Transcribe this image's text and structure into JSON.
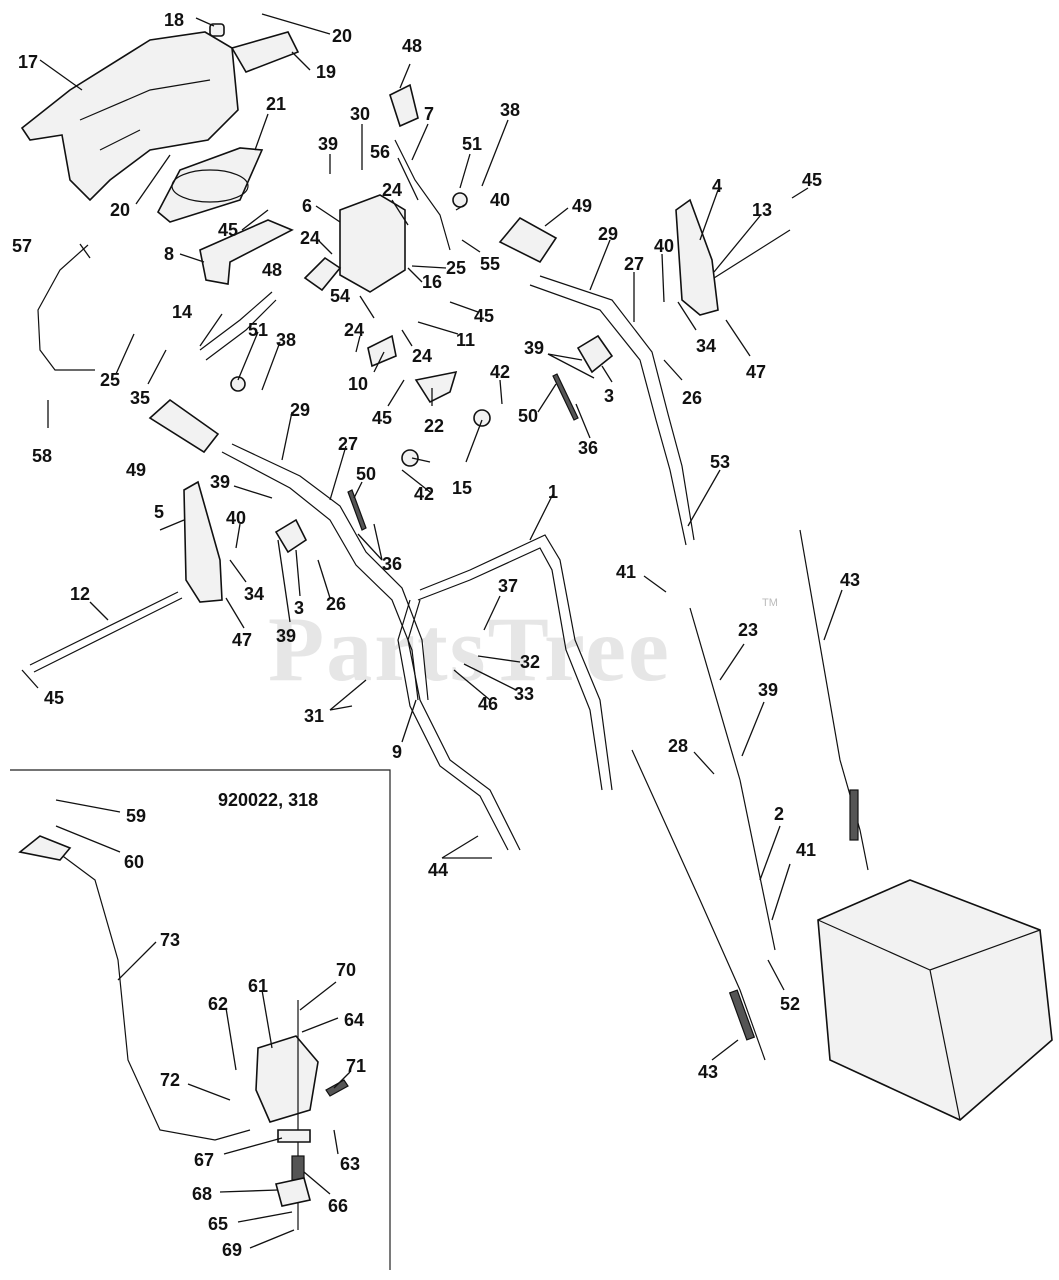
{
  "watermark": "PartsTree",
  "trademark": "TM",
  "inset": {
    "title": "920022, 318"
  },
  "callouts": {
    "c1": "1",
    "c2": "2",
    "c3a": "3",
    "c3b": "3",
    "c4": "4",
    "c5": "5",
    "c6": "6",
    "c7": "7",
    "c8": "8",
    "c9": "9",
    "c10": "10",
    "c11": "11",
    "c12": "12",
    "c13": "13",
    "c14": "14",
    "c15": "15",
    "c16": "16",
    "c17": "17",
    "c18": "18",
    "c19": "19",
    "c20a": "20",
    "c20b": "20",
    "c21": "21",
    "c22": "22",
    "c23": "23",
    "c24a": "24",
    "c24b": "24",
    "c24c": "24",
    "c24d": "24",
    "c25a": "25",
    "c25b": "25",
    "c26a": "26",
    "c26b": "26",
    "c27a": "27",
    "c27b": "27",
    "c28": "28",
    "c29a": "29",
    "c29b": "29",
    "c30": "30",
    "c31": "31",
    "c32": "32",
    "c33": "33",
    "c34a": "34",
    "c34b": "34",
    "c35": "35",
    "c36a": "36",
    "c36b": "36",
    "c37": "37",
    "c38a": "38",
    "c38b": "38",
    "c39a": "39",
    "c39b": "39",
    "c39c": "39",
    "c39d": "39",
    "c39e": "39",
    "c40a": "40",
    "c40b": "40",
    "c40c": "40",
    "c41a": "41",
    "c41b": "41",
    "c42a": "42",
    "c42b": "42",
    "c43a": "43",
    "c43b": "43",
    "c44": "44",
    "c45a": "45",
    "c45b": "45",
    "c45c": "45",
    "c45d": "45",
    "c45e": "45",
    "c46": "46",
    "c47a": "47",
    "c47b": "47",
    "c48a": "48",
    "c48b": "48",
    "c49a": "49",
    "c49b": "49",
    "c50a": "50",
    "c50b": "50",
    "c51a": "51",
    "c51b": "51",
    "c52": "52",
    "c53": "53",
    "c54": "54",
    "c55": "55",
    "c56": "56",
    "c57": "57",
    "c58": "58",
    "c59": "59",
    "c60": "60",
    "c61": "61",
    "c62": "62",
    "c63": "63",
    "c64": "64",
    "c65": "65",
    "c66": "66",
    "c67": "67",
    "c68": "68",
    "c69": "69",
    "c70": "70",
    "c71": "71",
    "c72": "72",
    "c73": "73"
  }
}
